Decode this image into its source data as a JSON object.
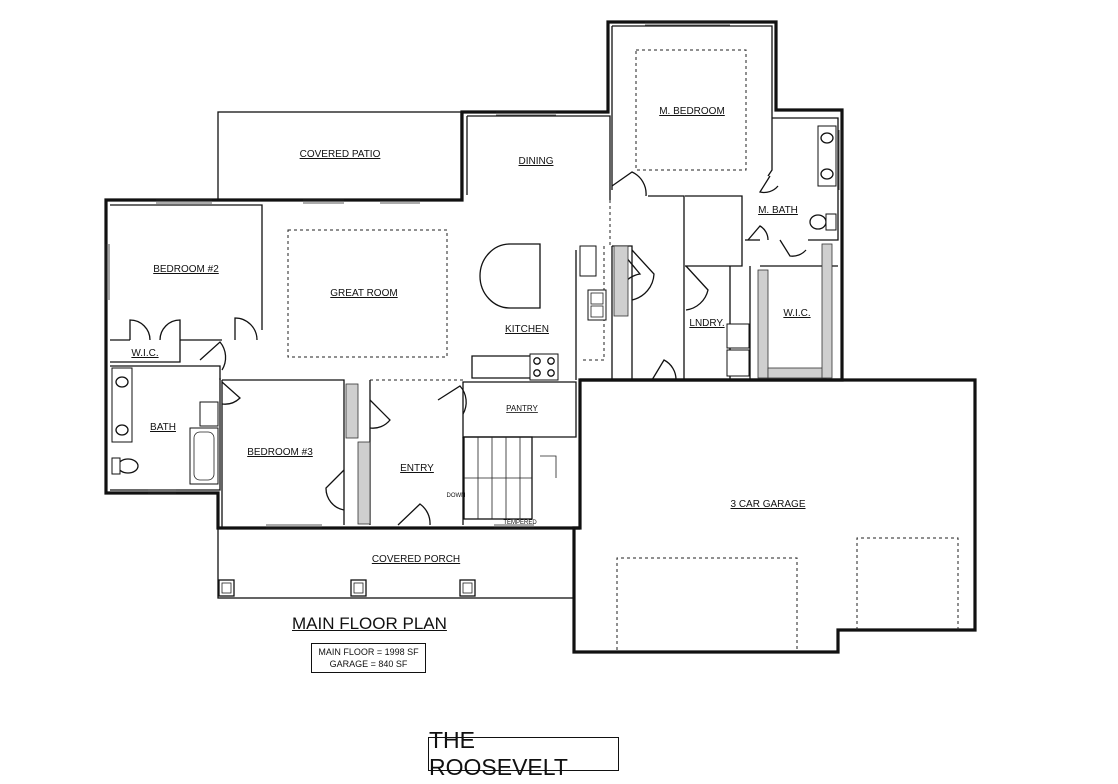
{
  "plan": {
    "title": "MAIN FLOOR PLAN",
    "area": {
      "main_floor": "MAIN FLOOR = 1998 SF",
      "garage": "GARAGE = 840 SF"
    },
    "house_name": "THE ROOSEVELT"
  },
  "rooms": {
    "covered_patio": "COVERED PATIO",
    "dining": "DINING",
    "master_bedroom": "M. BEDROOM",
    "master_bath": "M. BATH",
    "bedroom2": "BEDROOM #2",
    "great_room": "GREAT ROOM",
    "kitchen": "KITCHEN",
    "laundry": "LNDRY.",
    "master_wic": "W.I.C.",
    "wic": "W.I.C.",
    "bath": "BATH",
    "bedroom3": "BEDROOM #3",
    "entry": "ENTRY",
    "pantry": "PANTRY",
    "garage": "3 CAR GARAGE",
    "covered_porch": "COVERED PORCH",
    "stair_down": "DOWN",
    "tempered": "TEMPERED"
  }
}
